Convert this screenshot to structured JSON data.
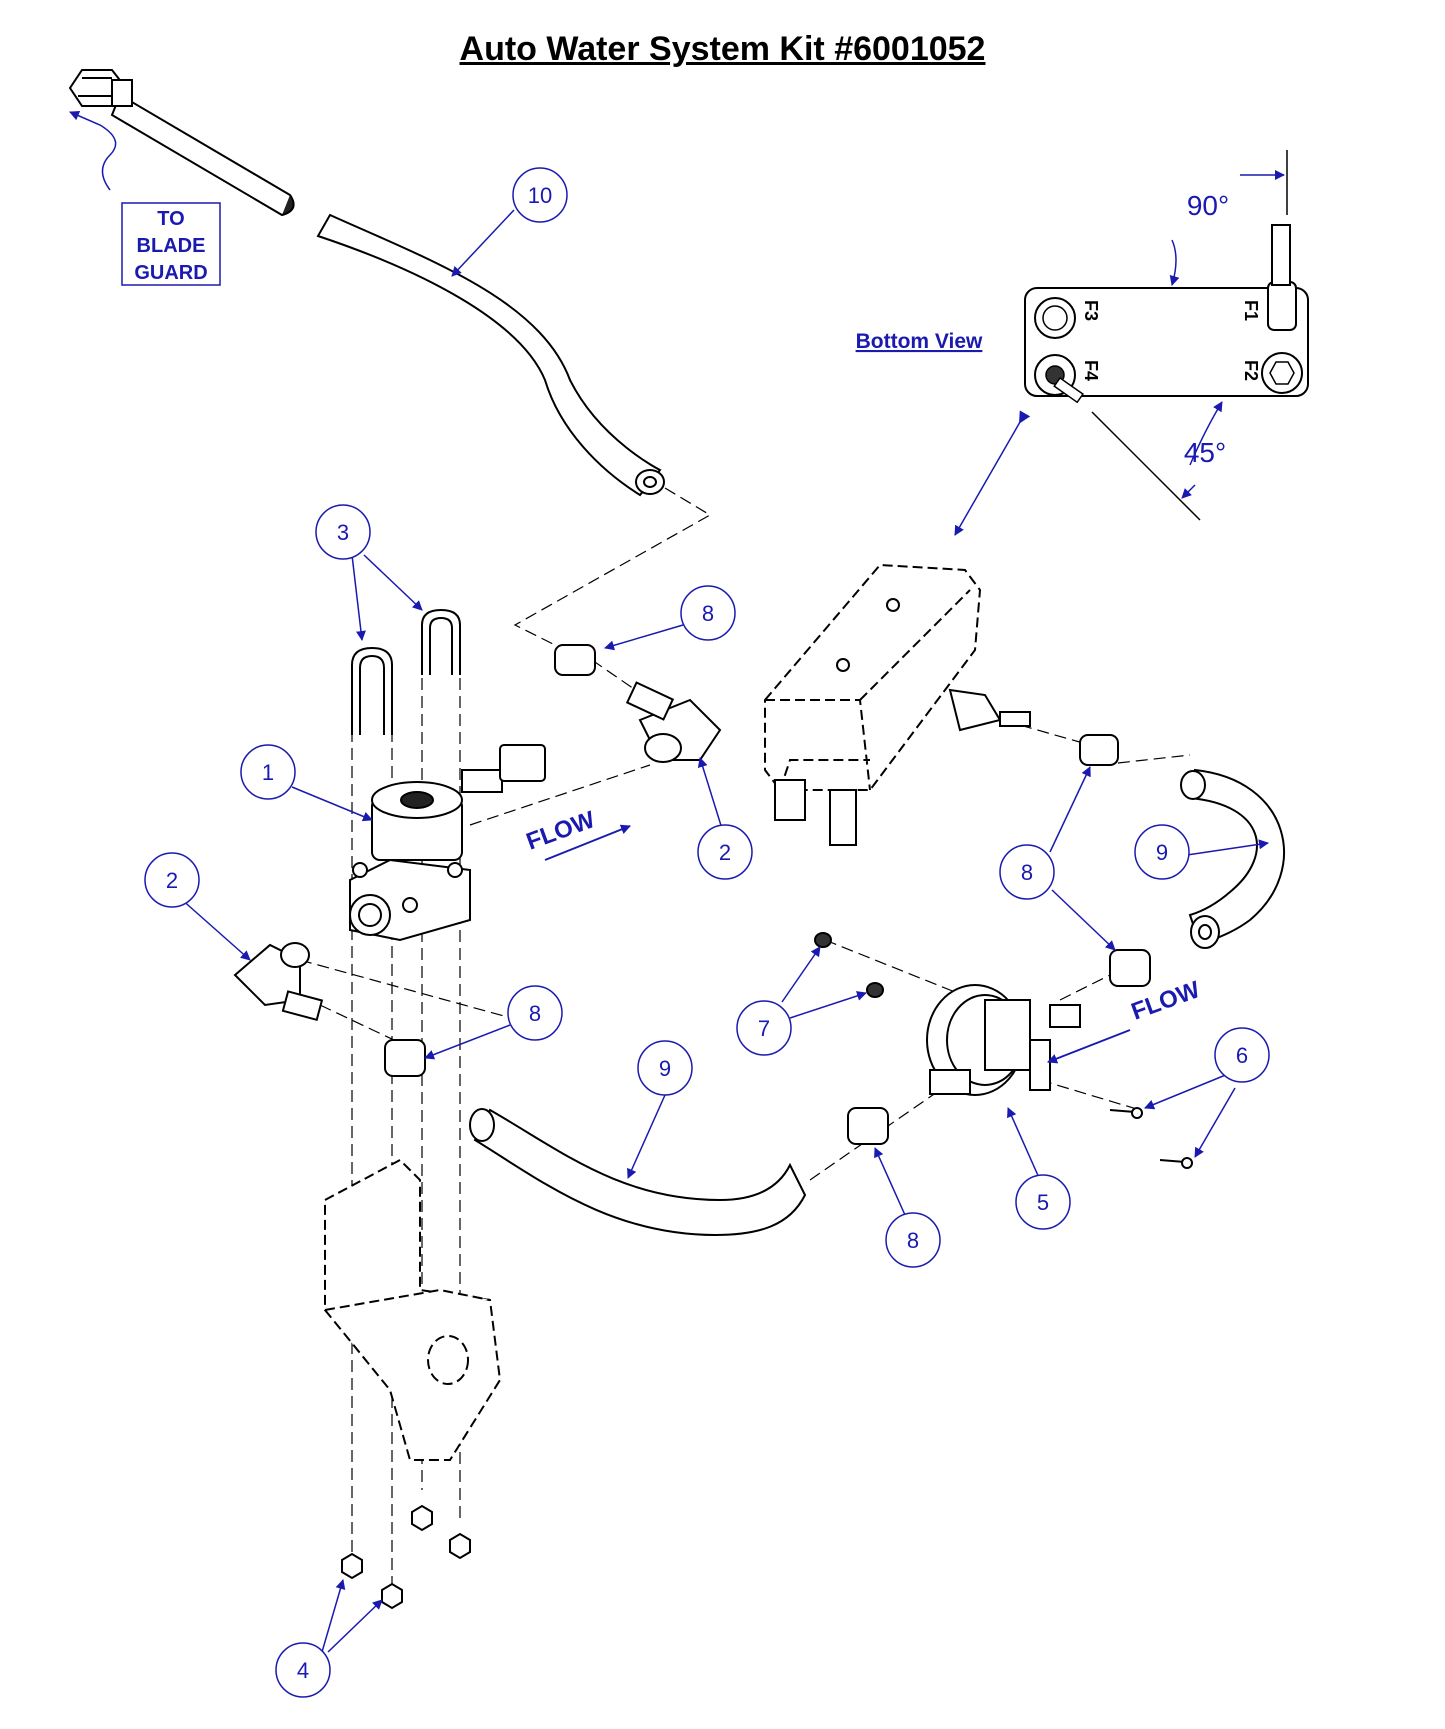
{
  "title": "Auto Water System Kit #6001052",
  "to_blade_guard": [
    "TO",
    "BLADE",
    "GUARD"
  ],
  "bottom_view_label": "Bottom View",
  "angle_90": "90°",
  "angle_45": "45°",
  "fitting_labels": {
    "f1": "F1",
    "f2": "F2",
    "f3": "F3",
    "f4": "F4"
  },
  "flow_label": "FLOW",
  "callouts": {
    "c1": "1",
    "c2a": "2",
    "c2b": "2",
    "c3": "3",
    "c4": "4",
    "c5": "5",
    "c6": "6",
    "c7": "7",
    "c8a": "8",
    "c8b": "8",
    "c8c": "8",
    "c8d": "8",
    "c9a": "9",
    "c9b": "9",
    "c10": "10"
  },
  "colors": {
    "callout": "#1a1ab0",
    "line": "#000000"
  }
}
